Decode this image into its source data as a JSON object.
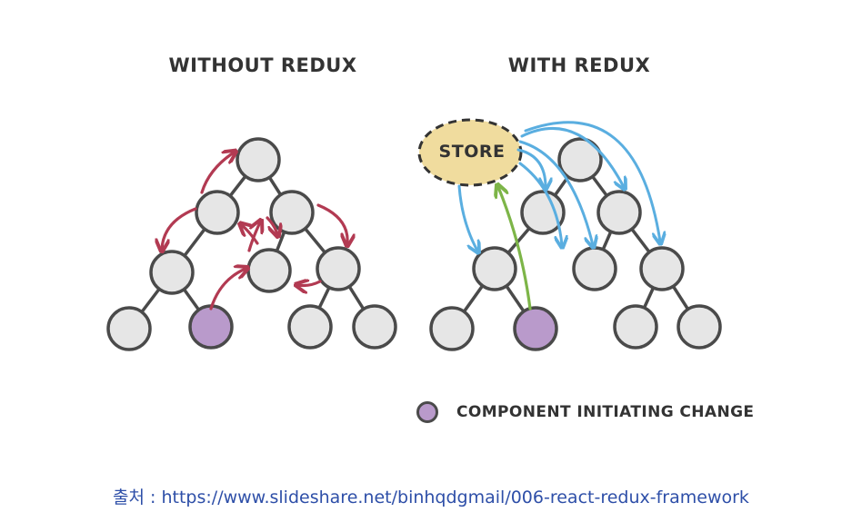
{
  "titles": {
    "without": "WITHOUT REDUX",
    "with": "WITH REDUX"
  },
  "store_label": "STORE",
  "legend": {
    "label": "COMPONENT INITIATING CHANGE"
  },
  "source": "출처 : https://www.slideshare.net/binhqdgmail/006-react-redux-framework",
  "colors": {
    "node_fill": "#e6e6e6",
    "node_stroke": "#4a4a4a",
    "initiator_fill": "#b99acb",
    "store_fill": "#f0dc9e",
    "without_arrow": "#b23a52",
    "with_arrow": "#5aaee0",
    "initiator_arrow": "#7db548",
    "source_text": "#2e4fa8"
  }
}
